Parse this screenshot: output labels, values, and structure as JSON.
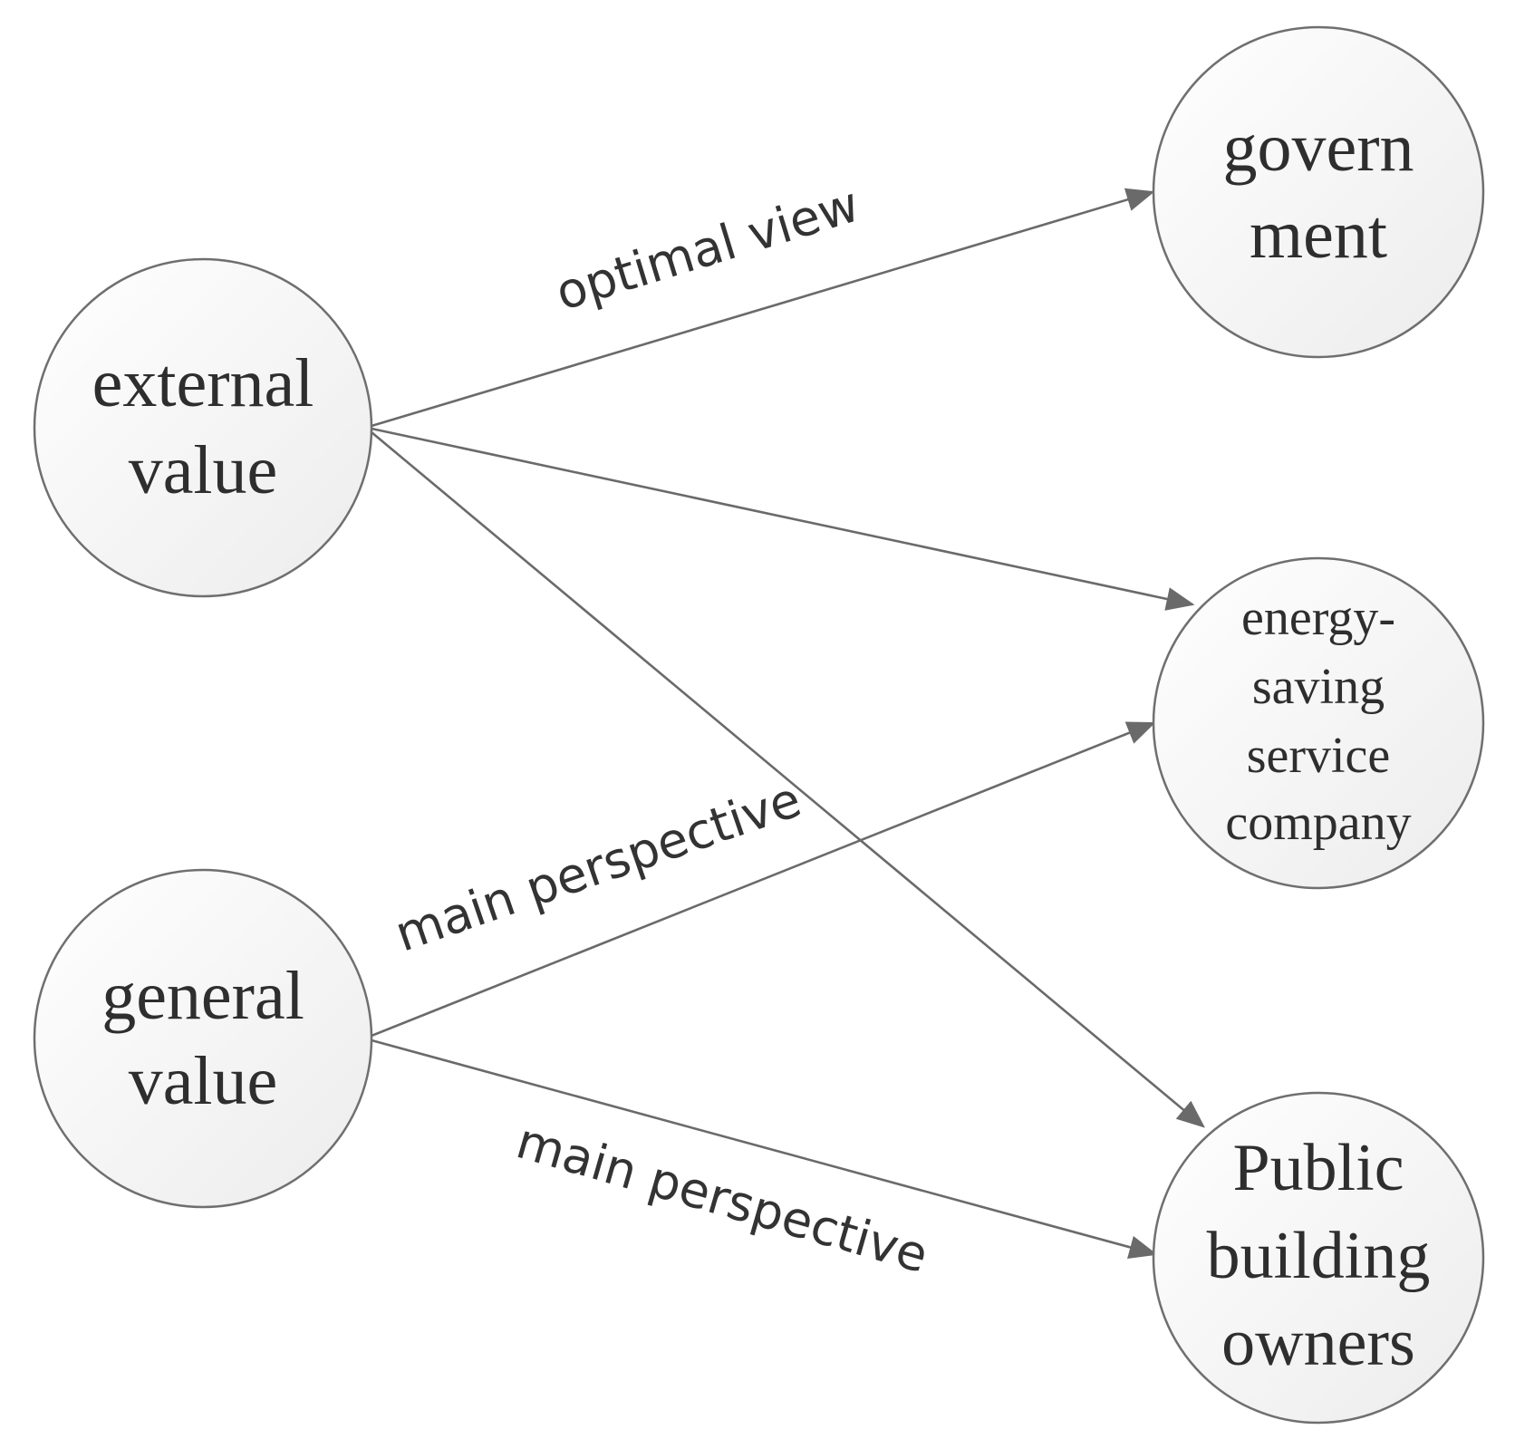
{
  "diagram": {
    "nodes": {
      "external_value": {
        "lines": [
          "external",
          "value"
        ]
      },
      "general_value": {
        "lines": [
          "general",
          "value"
        ]
      },
      "government": {
        "lines": [
          "govern",
          "ment"
        ]
      },
      "energy_saving_company": {
        "lines": [
          "energy-",
          "saving",
          "service",
          "company"
        ]
      },
      "public_building_owners": {
        "lines": [
          "Public",
          "building",
          "owners"
        ]
      }
    },
    "edge_labels": {
      "optimal_view": "optimal view",
      "main_perspective_upper": "main perspective",
      "main_perspective_lower": "main perspective"
    }
  }
}
